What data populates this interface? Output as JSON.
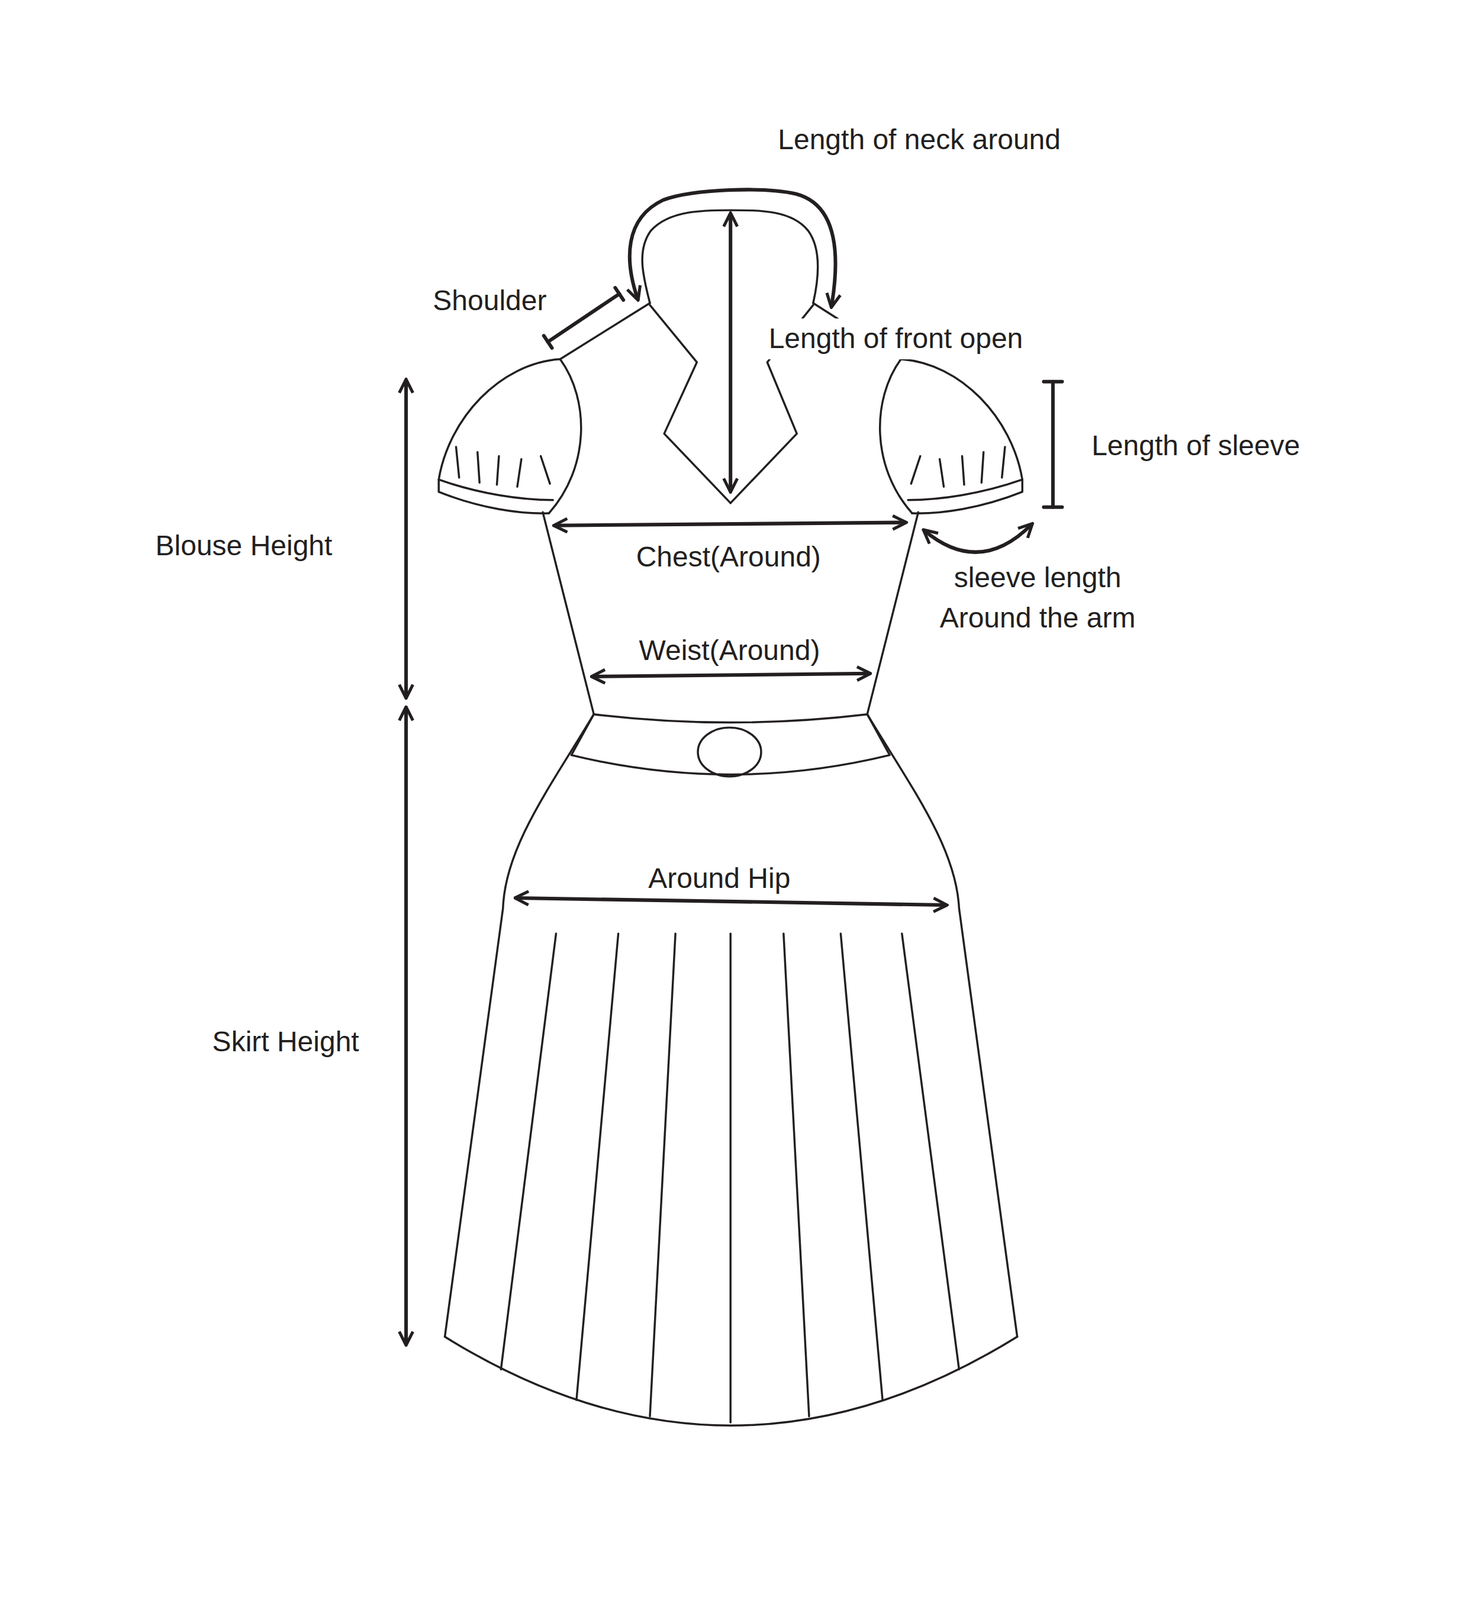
{
  "diagram": {
    "labels": [
      "Length of neck around",
      "Shoulder",
      "Length of front open",
      "Length of sleeve",
      "Blouse Height",
      "Chest(Around)",
      "sleeve length Around the arm",
      "Weist(Around)",
      "Around Hip",
      "Skirt Height"
    ]
  }
}
